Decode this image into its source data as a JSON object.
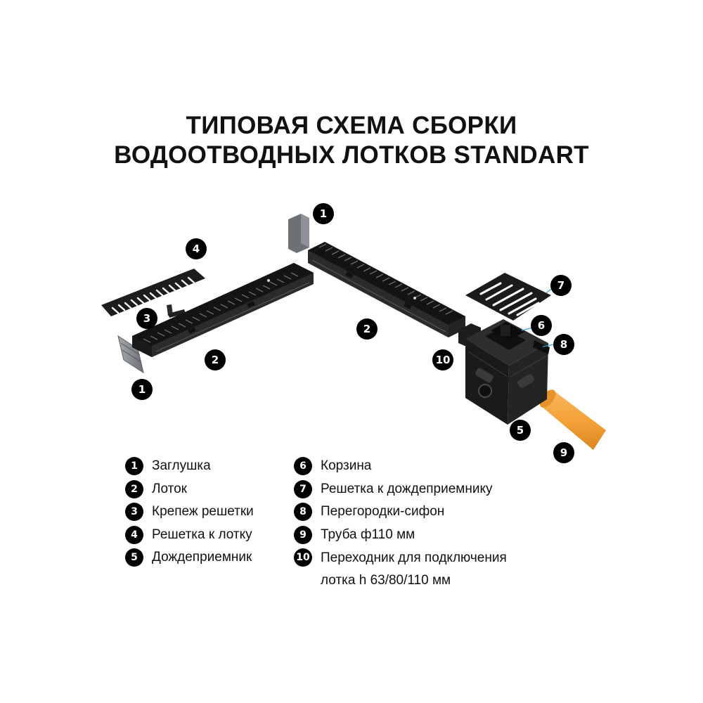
{
  "title": {
    "line1": "ТИПОВАЯ СХЕМА СБОРКИ",
    "line2": "ВОДООТВОДНЫХ ЛОТКОВ STANDART"
  },
  "callouts": [
    "1",
    "4",
    "3",
    "2",
    "1",
    "2",
    "7",
    "6",
    "8",
    "10",
    "5",
    "9"
  ],
  "legend": {
    "left": [
      {
        "num": "1",
        "text": "Заглушка"
      },
      {
        "num": "2",
        "text": "Лоток"
      },
      {
        "num": "3",
        "text": "Крепеж решетки"
      },
      {
        "num": "4",
        "text": "Решетка к лотку"
      },
      {
        "num": "5",
        "text": "Дождеприемник"
      }
    ],
    "right": [
      {
        "num": "6",
        "text": "Корзина"
      },
      {
        "num": "7",
        "text": "Решетка к дождеприемнику"
      },
      {
        "num": "8",
        "text": "Перегородки-сифон"
      },
      {
        "num": "9",
        "text": "Труба ф110 мм"
      },
      {
        "num": "10",
        "line1": "Переходник для подключения",
        "line2": "лотка h 63/80/110 мм"
      }
    ]
  },
  "colors": {
    "part_dark": "#1b1b1b",
    "part_mid": "#2e2e2e",
    "end_cap_grey": "#8e9297",
    "pipe_orange": "#f5a23a",
    "badge": "#000000"
  }
}
